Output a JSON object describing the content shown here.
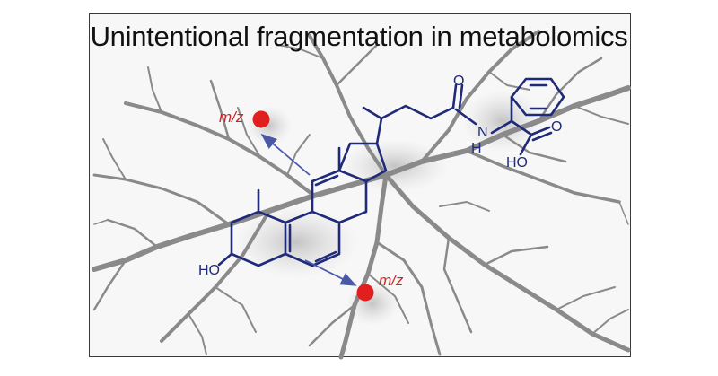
{
  "title": "Unintentional fragmentation in metabolomics",
  "fragments": [
    {
      "label": "m/z"
    },
    {
      "label": "m/z"
    }
  ],
  "atoms": {
    "ho_left": "HO",
    "o_top": "O",
    "n": "N",
    "h": "H",
    "o_acid": "O",
    "ho_acid": "HO"
  },
  "colors": {
    "molecule": "#1f2a78",
    "fragment_dot": "#e21f1f",
    "crack": "#8a8a8a",
    "arrow": "#4a58a8"
  }
}
